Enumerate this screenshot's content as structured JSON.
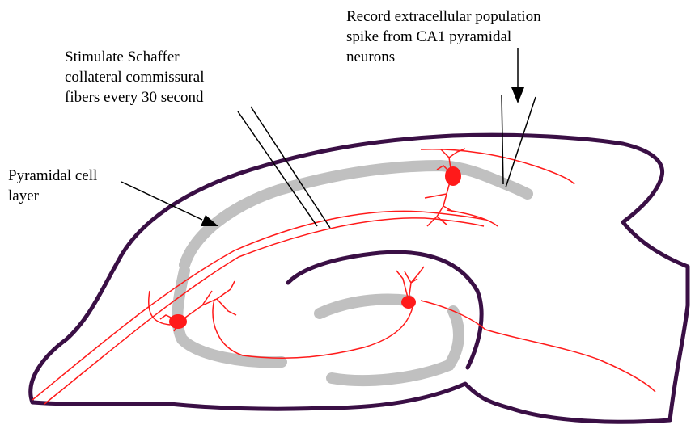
{
  "labels": {
    "record": {
      "lines": [
        "Record extracellular population",
        "spike from CA1 pyramidal",
        "neurons"
      ]
    },
    "stimulate": {
      "lines": [
        "Stimulate Schaffer",
        "collateral commissural",
        "fibers every 30 second"
      ]
    },
    "pyramidal_layer": {
      "lines": [
        "Pyramidal cell",
        "layer"
      ]
    }
  },
  "colors": {
    "outline": "#3a0f45",
    "cell_layer": "#c0c0c0",
    "neuron": "#ff1a1a",
    "electrode": "#000000"
  }
}
